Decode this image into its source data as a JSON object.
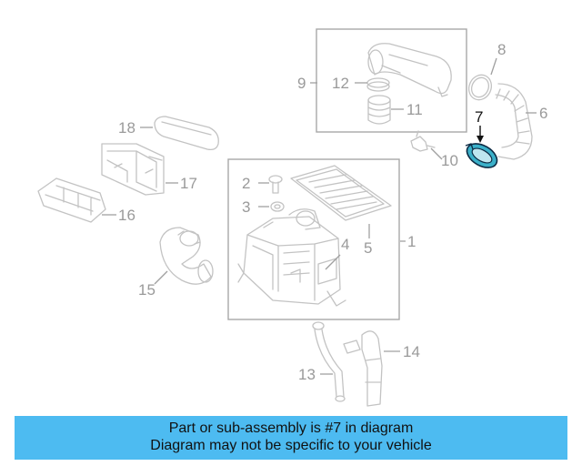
{
  "callouts": {
    "c1": "1",
    "c2": "2",
    "c3": "3",
    "c4": "4",
    "c5": "5",
    "c6": "6",
    "c7": "7",
    "c8": "8",
    "c9": "9",
    "c10": "10",
    "c11": "11",
    "c12": "12",
    "c13": "13",
    "c14": "14",
    "c15": "15",
    "c16": "16",
    "c17": "17",
    "c18": "18"
  },
  "highlight": {
    "part_number": "7",
    "color": "#3bb0c9"
  },
  "banner": {
    "line1": "Part or sub-assembly is #7 in diagram",
    "line2": "Diagram may not be specific to your vehicle",
    "background": "#4dbbf1"
  }
}
